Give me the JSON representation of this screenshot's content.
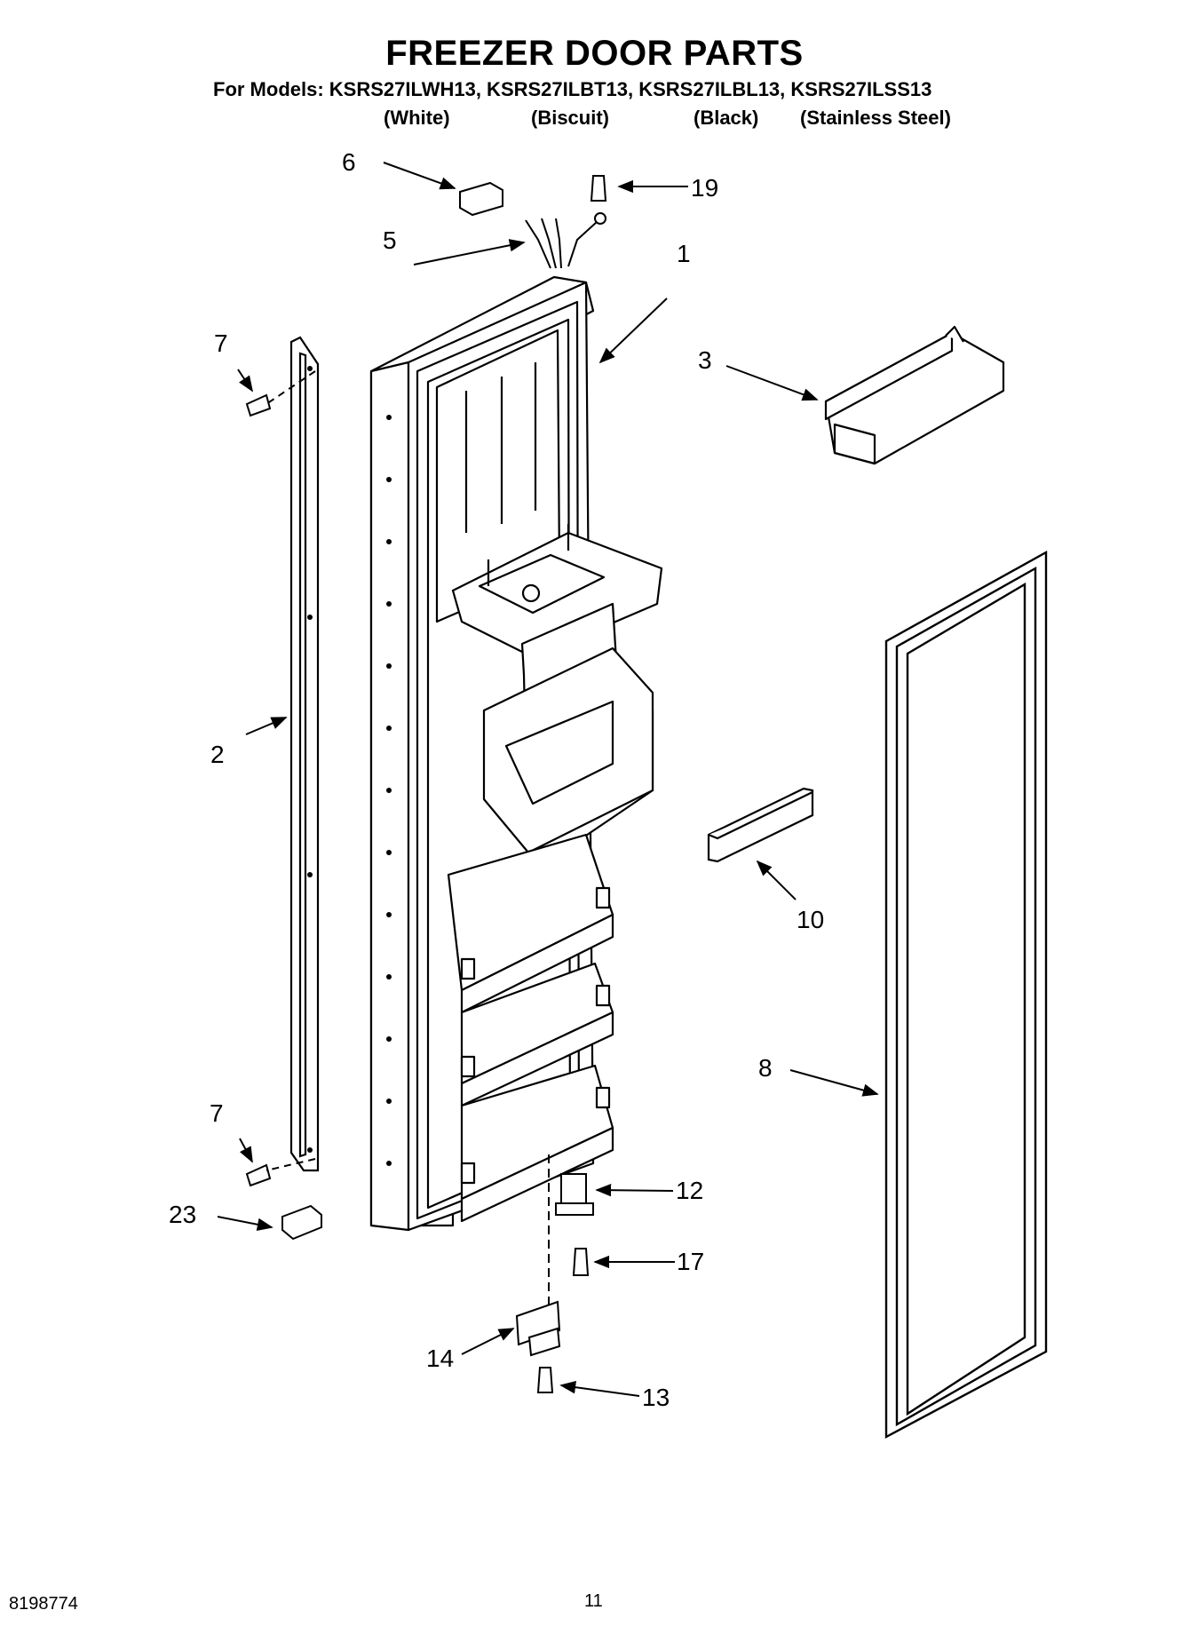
{
  "title": "FREEZER DOOR PARTS",
  "models_line": "For Models: KSRS27ILWH13, KSRS27ILBT13, KSRS27ILBL13, KSRS27ILSS13",
  "variants": [
    "(White)",
    "(Biscuit)",
    "(Black)",
    "(Stainless Steel)"
  ],
  "callouts": [
    "6",
    "19",
    "5",
    "1",
    "7",
    "3",
    "2",
    "10",
    "8",
    "7",
    "12",
    "23",
    "17",
    "14",
    "13"
  ],
  "footer": {
    "doc_number": "8198774",
    "page_number": "11"
  }
}
